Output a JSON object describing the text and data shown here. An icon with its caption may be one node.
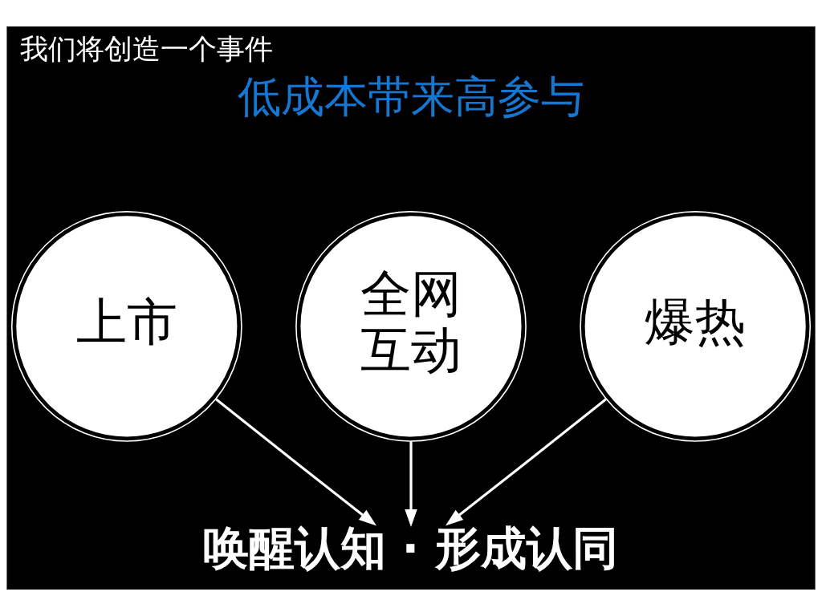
{
  "diagram": {
    "title": "我们将创造一个事件",
    "nodes": [
      {
        "text": [
          "上市"
        ]
      },
      {
        "text": [
          "全网互动"
        ]
      },
      {
        "text": [
          "爆热"
        ]
      },
      {
        "text": [
          "唤醒认知 · 形成认同"
        ]
      }
    ],
    "edges": [
      {
        "from": 0,
        "to": 3,
        "arrow": "to"
      },
      {
        "from": 1,
        "to": 3,
        "arrow": "to"
      },
      {
        "from": 2,
        "to": 3,
        "arrow": "to"
      }
    ],
    "labels": [
      "低成本带来高参与"
    ]
  }
}
